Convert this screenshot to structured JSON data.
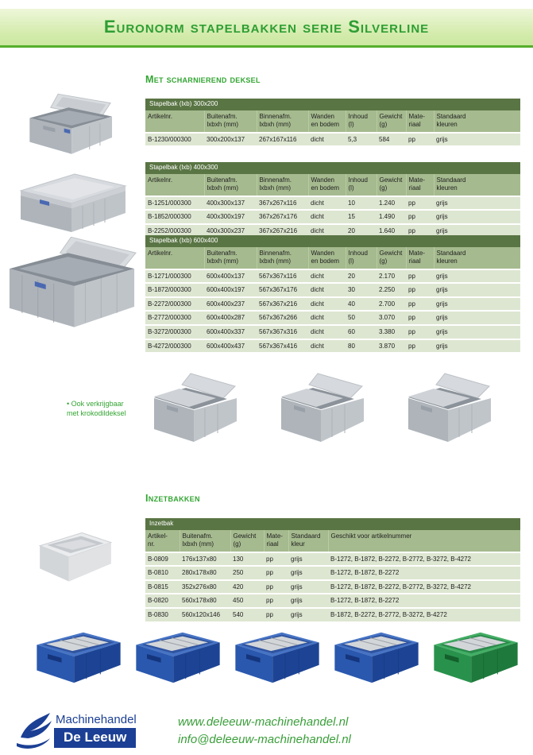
{
  "page_title": "Euronorm stapelbakken serie Silverline",
  "sections": {
    "deksel": "Met scharnierend deksel",
    "inzet": "Inzetbakken"
  },
  "stapelbak_columns": [
    "Artikelnr.",
    "Buitenafm.\nlxbxh (mm)",
    "Binnenafm.\nlxbxh (mm)",
    "Wanden\nen bodem",
    "Inhoud\n(l)",
    "Gewicht\n(g)",
    "Mate-\nriaal",
    "Standaard\nkleuren"
  ],
  "tables": [
    {
      "title": "Stapelbak (lxb) 300x200",
      "rows": [
        [
          "B-1230/000300",
          "300x200x137",
          "267x167x116",
          "dicht",
          "5,3",
          "584",
          "pp",
          "grijs"
        ]
      ]
    },
    {
      "title": "Stapelbak (lxb) 400x300",
      "rows": [
        [
          "B-1251/000300",
          "400x300x137",
          "367x267x116",
          "dicht",
          "10",
          "1.240",
          "pp",
          "grijs"
        ],
        [
          "B-1852/000300",
          "400x300x197",
          "367x267x176",
          "dicht",
          "15",
          "1.490",
          "pp",
          "grijs"
        ],
        [
          "B-2252/000300",
          "400x300x237",
          "367x267x216",
          "dicht",
          "20",
          "1.640",
          "pp",
          "grijs"
        ]
      ]
    },
    {
      "title": "Stapelbak (lxb) 600x400",
      "rows": [
        [
          "B-1271/000300",
          "600x400x137",
          "567x367x116",
          "dicht",
          "20",
          "2.170",
          "pp",
          "grijs"
        ],
        [
          "B-1872/000300",
          "600x400x197",
          "567x367x176",
          "dicht",
          "30",
          "2.250",
          "pp",
          "grijs"
        ],
        [
          "B-2272/000300",
          "600x400x237",
          "567x367x216",
          "dicht",
          "40",
          "2.700",
          "pp",
          "grijs"
        ],
        [
          "B-2772/000300",
          "600x400x287",
          "567x367x266",
          "dicht",
          "50",
          "3.070",
          "pp",
          "grijs"
        ],
        [
          "B-3272/000300",
          "600x400x337",
          "567x367x316",
          "dicht",
          "60",
          "3.380",
          "pp",
          "grijs"
        ],
        [
          "B-4272/000300",
          "600x400x437",
          "567x367x416",
          "dicht",
          "80",
          "3.870",
          "pp",
          "grijs"
        ]
      ]
    }
  ],
  "krokodil_note": "• Ook verkrijgbaar\nmet krokodildeksel",
  "inzetbak_table": {
    "title": "Inzetbak",
    "columns": [
      "Artikel-\nnr.",
      "Buitenafm.\nlxbxh (mm)",
      "Gewicht\n(g)",
      "Mate-\nriaal",
      "Standaard\nkleur",
      "Geschikt voor artikelnummer"
    ],
    "rows": [
      [
        "B-0809",
        "176x137x80",
        "130",
        "pp",
        "grijs",
        "B-1272, B-1872, B-2272, B-2772, B-3272, B-4272"
      ],
      [
        "B-0810",
        "280x178x80",
        "250",
        "pp",
        "grijs",
        "B-1272, B-1872, B-2272"
      ],
      [
        "B-0815",
        "352x276x80",
        "420",
        "pp",
        "grijs",
        "B-1272, B-1872, B-2272, B-2772, B-3272, B-4272"
      ],
      [
        "B-0820",
        "560x178x80",
        "450",
        "pp",
        "grijs",
        "B-1272, B-1872, B-2272"
      ],
      [
        "B-0830",
        "560x120x146",
        "540",
        "pp",
        "grijs",
        "B-1872, B-2272, B-2772, B-3272, B-4272"
      ]
    ]
  },
  "footer": {
    "brand_line1": "Machinehandel",
    "brand_line2": "De Leeuw",
    "website": "www.deleeuw-machinehandel.nl",
    "email": "info@deleeuw-machinehandel.nl"
  },
  "colors": {
    "accent_green": "#33a533",
    "banner_green": "#cde9a4",
    "banner_rule_green": "#55af2c",
    "table_title_bg": "#5a7544",
    "table_header_bg": "#a5ba8e",
    "table_row_bg": "#dde6d1",
    "brand_blue": "#1b3f94",
    "product_gray": "#b5bac0",
    "product_blue": "#2a58ae",
    "product_green": "#28924c"
  }
}
